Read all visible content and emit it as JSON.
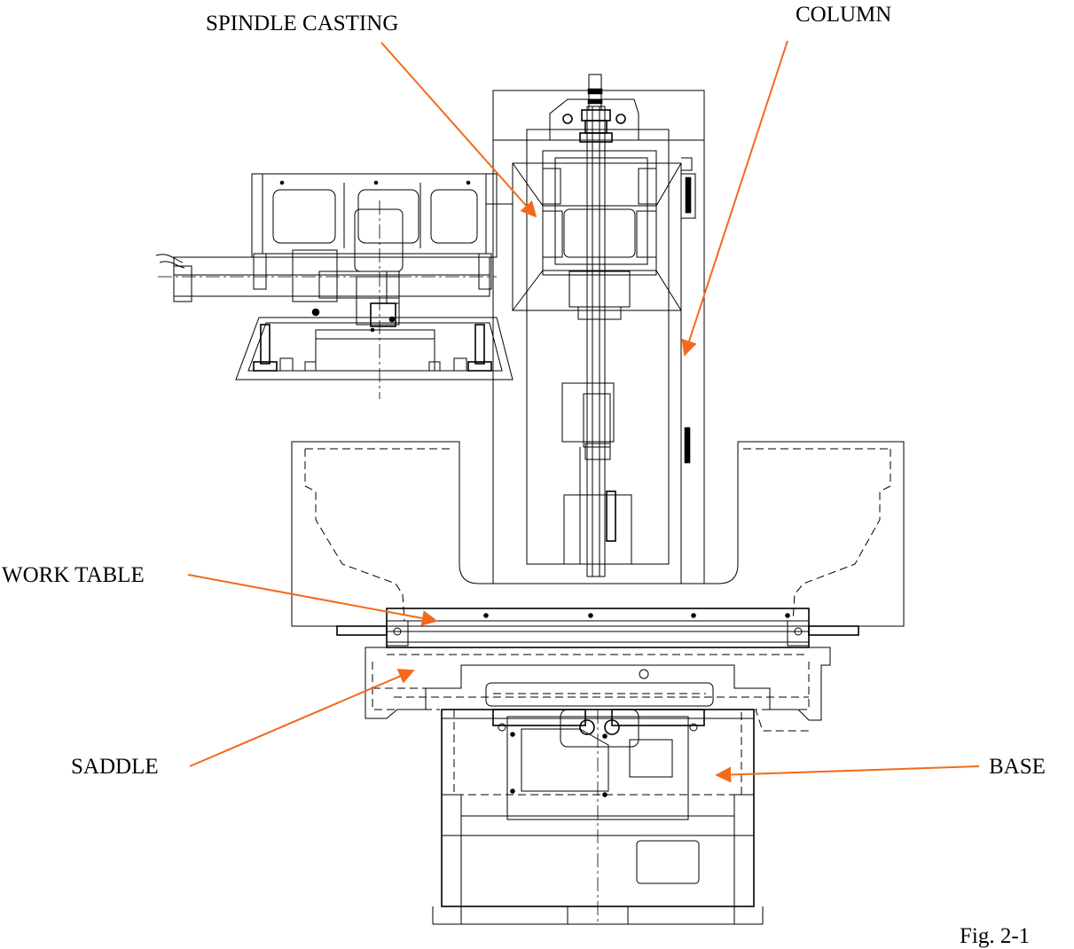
{
  "labels": {
    "spindle_casting": "SPINDLE CASTING",
    "column": "COLUMN",
    "work_table": "WORK TABLE",
    "saddle": "SADDLE",
    "base": "BASE",
    "figure": "Fig. 2-1"
  },
  "colors": {
    "leader": "#f26a1b",
    "line": "#000000"
  }
}
